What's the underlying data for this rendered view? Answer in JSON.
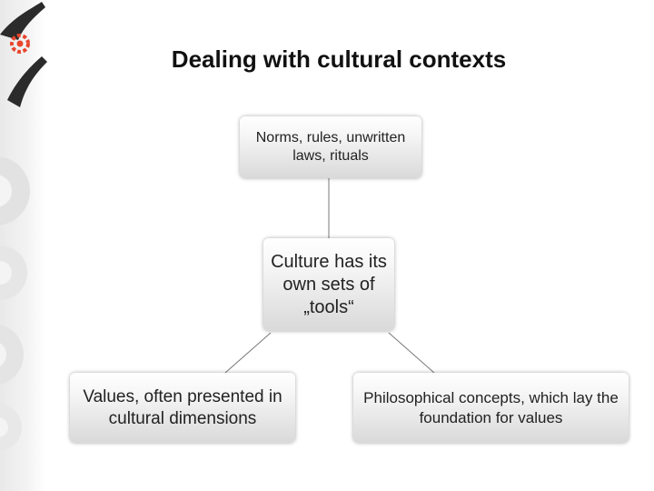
{
  "slide": {
    "title": "Dealing with cultural contexts"
  },
  "diagram": {
    "top_node": "Norms, rules, unwritten laws, rituals",
    "center_node": "Culture has its own sets of „tools“",
    "left_node": "Values, often presented in cultural dimensions",
    "right_node": "Philosophical concepts, which lay the foundation for values"
  },
  "colors": {
    "accent": "#e8452c",
    "hand": "#2b2b2b",
    "connector": "#7a7a7a"
  }
}
